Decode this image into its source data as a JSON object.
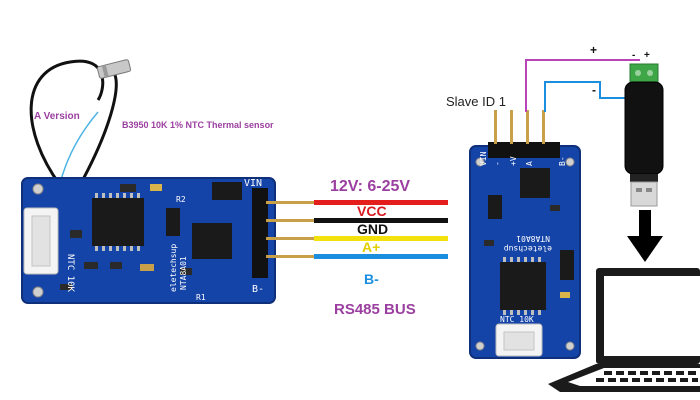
{
  "sensor": {
    "version_label": "A Version",
    "model_label": "B3950 10K 1% NTC Thermal sensor"
  },
  "left_board": {
    "connector_label": "NTC 10K",
    "power_label": "VIN",
    "gnd_label": "B-",
    "brand_label": "eletechsup",
    "model_label": "NTA8A01",
    "r_labels": [
      "R2",
      "R1"
    ]
  },
  "bus": {
    "supply_label": "12V: 6-25V",
    "lines": [
      {
        "label": "VCC",
        "wire_color": "#e41d1d",
        "text_color": "#d71921"
      },
      {
        "label": "GND",
        "wire_color": "#111111",
        "text_color": "#111111"
      },
      {
        "label": "A+",
        "wire_color": "#f2e10a",
        "text_color": "#e3cf00"
      },
      {
        "label": "B-",
        "wire_color": "#1a8fe0",
        "text_color": "#1a8fe0"
      }
    ],
    "bus_label": "RS485 BUS",
    "accent_color": "#9b3fa0"
  },
  "right_board": {
    "slave_label": "Slave ID 1",
    "header_pin_labels": [
      "VIN",
      "-",
      "+V",
      "A",
      "B-"
    ],
    "connector_label": "NTC 10K",
    "brand_label": "eletechsup",
    "model_label": "NTA8A01"
  },
  "adapter": {
    "terminal_labels": [
      "-",
      "+"
    ],
    "plus_label": "+",
    "minus_label": "-"
  },
  "colors": {
    "pcb_blue": "#1544a8",
    "pcb_edge": "#0e2f7a",
    "purple": "#9b3fa0",
    "blue_wire": "#1a8fe0"
  },
  "icons": [
    "thermistor-probe-icon",
    "usb-rs485-adapter-icon",
    "down-arrow-icon",
    "laptop-icon"
  ]
}
